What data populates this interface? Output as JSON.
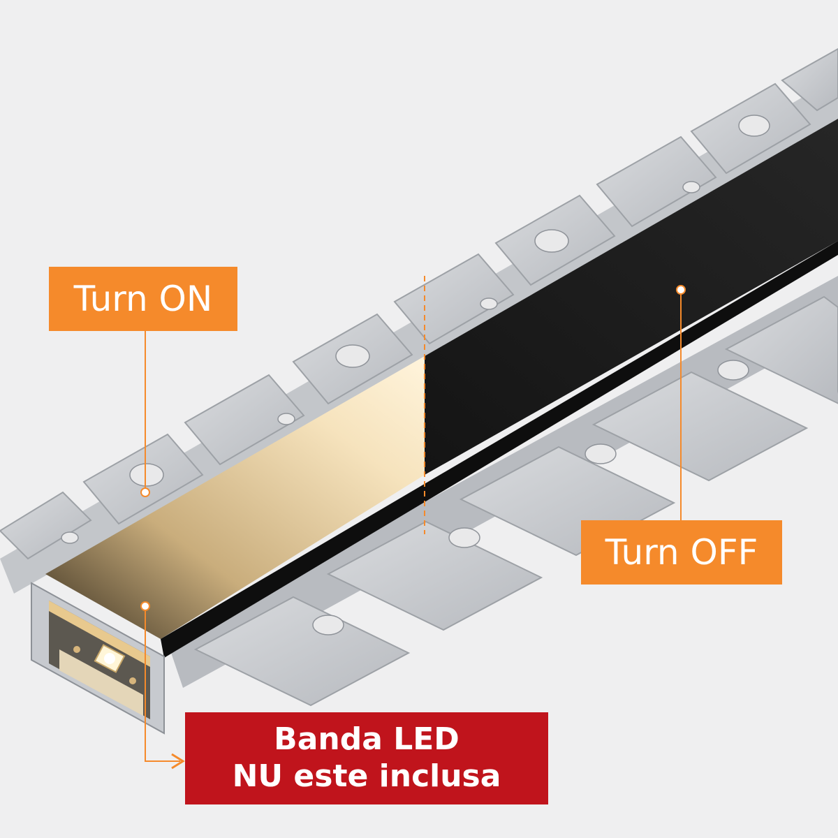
{
  "labels": {
    "on": "Turn ON",
    "off": "Turn OFF",
    "strip_line1": "Banda LED",
    "strip_line2": "NU este inclusa"
  },
  "colors": {
    "background": "#efeff0",
    "accent_orange": "#f58a2b",
    "accent_red": "#c0141c",
    "diffuser_dark": "#1a1a1a",
    "diffuser_lit": "#f4dcae",
    "aluminum": "#c9ccd0"
  },
  "icons": {
    "led_chip": "led-chip-icon",
    "arrow": "arrow-right-icon"
  }
}
